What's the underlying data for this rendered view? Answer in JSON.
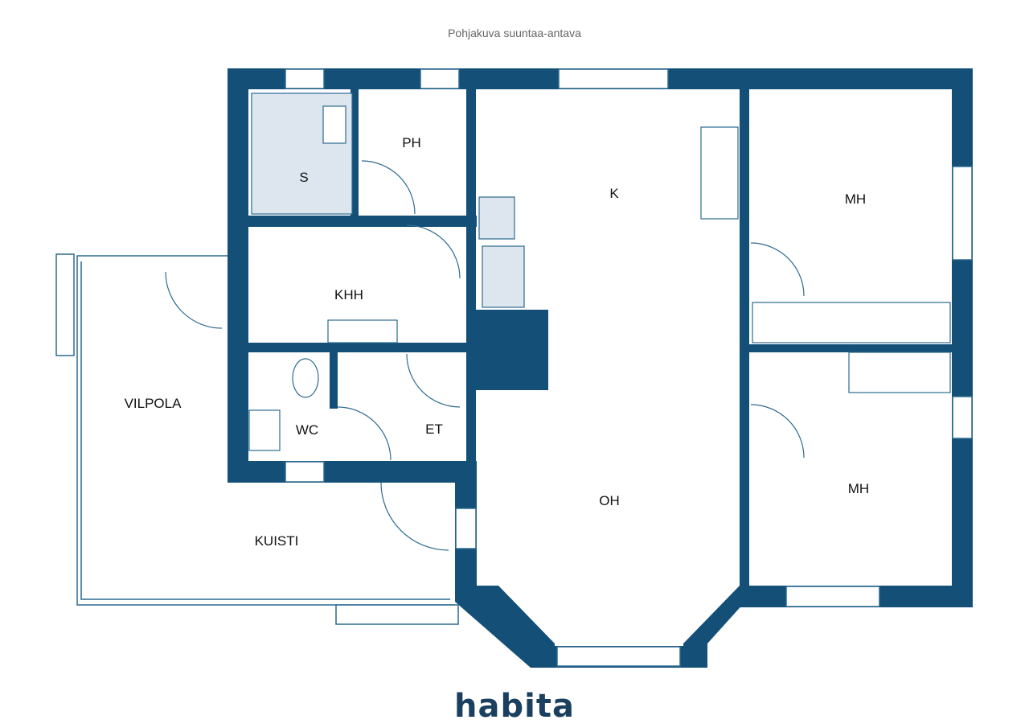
{
  "caption": "Pohjakuva suuntaa-antava",
  "brand": {
    "name": "habita",
    "color": "#1a3f5f"
  },
  "colors": {
    "wall": "#134f77",
    "line": "#2c6a8f",
    "fixture": "#dde6ee"
  },
  "rooms": {
    "sauna": "S",
    "bathroom": "PH",
    "kitchen": "K",
    "bedroom_upper": "MH",
    "bedroom_lower": "MH",
    "utility": "KHH",
    "veranda": "VILPOLA",
    "toilet": "WC",
    "hall": "ET",
    "living": "OH",
    "porch": "KUISTI"
  }
}
